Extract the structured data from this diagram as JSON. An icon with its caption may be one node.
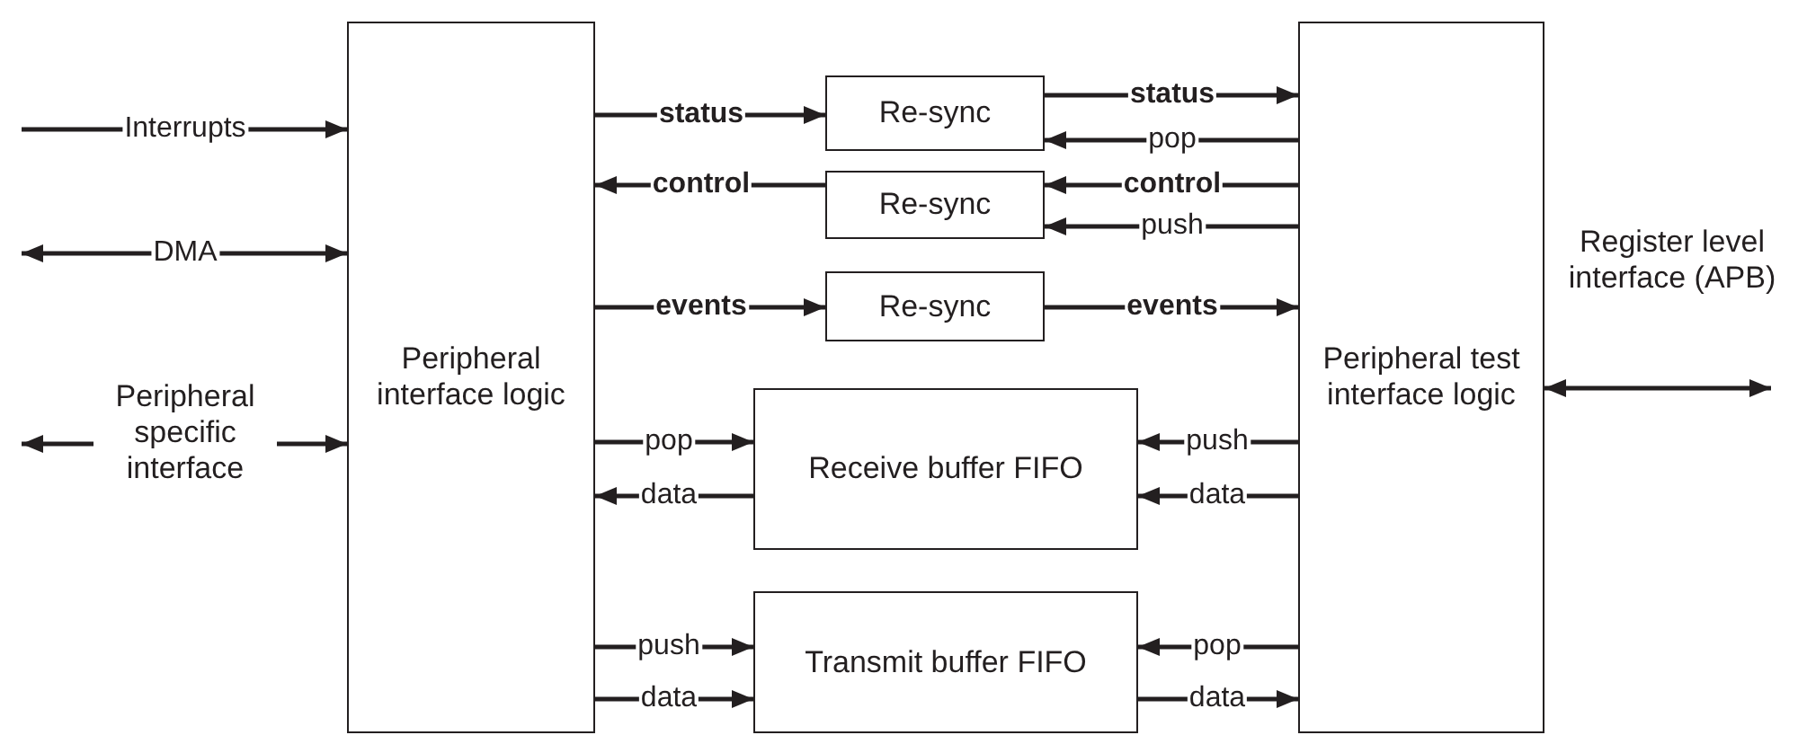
{
  "diagram": {
    "nodes": [
      {
        "text": [
          "Peripheral interface logic"
        ]
      },
      {
        "text": [
          "Re-sync"
        ]
      },
      {
        "text": [
          "Re-sync"
        ]
      },
      {
        "text": [
          "Re-sync"
        ]
      },
      {
        "text": [
          "Receive buffer FIFO"
        ]
      },
      {
        "text": [
          "Transmit buffer FIFO"
        ]
      },
      {
        "text": [
          "Peripheral test interface logic"
        ]
      }
    ],
    "edges": [
      {
        "from": null,
        "to": 0,
        "arrow": "to",
        "label": "Interrupts"
      },
      {
        "from": null,
        "to": 0,
        "arrow": "both",
        "label": "DMA"
      },
      {
        "from": null,
        "to": 0,
        "arrow": "both",
        "label": "Peripheral specific interface"
      },
      {
        "from": 0,
        "to": 1,
        "arrow": "to",
        "label": "status"
      },
      {
        "from": 2,
        "to": 0,
        "arrow": "to",
        "label": "control"
      },
      {
        "from": 0,
        "to": 3,
        "arrow": "to",
        "label": "events"
      },
      {
        "from": 0,
        "to": 4,
        "arrow": "to",
        "label": "pop"
      },
      {
        "from": 4,
        "to": 0,
        "arrow": "to",
        "label": "data"
      },
      {
        "from": 0,
        "to": 5,
        "arrow": "to",
        "label": "push"
      },
      {
        "from": 0,
        "to": 5,
        "arrow": "to",
        "label": "data"
      },
      {
        "from": 1,
        "to": 6,
        "arrow": "to",
        "label": "status"
      },
      {
        "from": 6,
        "to": 1,
        "arrow": "to",
        "label": "pop"
      },
      {
        "from": 6,
        "to": 2,
        "arrow": "to",
        "label": "control"
      },
      {
        "from": 6,
        "to": 2,
        "arrow": "to",
        "label": "push"
      },
      {
        "from": 3,
        "to": 6,
        "arrow": "to",
        "label": "events"
      },
      {
        "from": 6,
        "to": 4,
        "arrow": "to",
        "label": "push"
      },
      {
        "from": 6,
        "to": 4,
        "arrow": "to",
        "label": "data"
      },
      {
        "from": 6,
        "to": 5,
        "arrow": "to",
        "label": "pop"
      },
      {
        "from": 5,
        "to": 6,
        "arrow": "to",
        "label": "data"
      },
      {
        "from": 6,
        "to": null,
        "arrow": "both",
        "label": "Register level interface (APB)"
      }
    ]
  }
}
